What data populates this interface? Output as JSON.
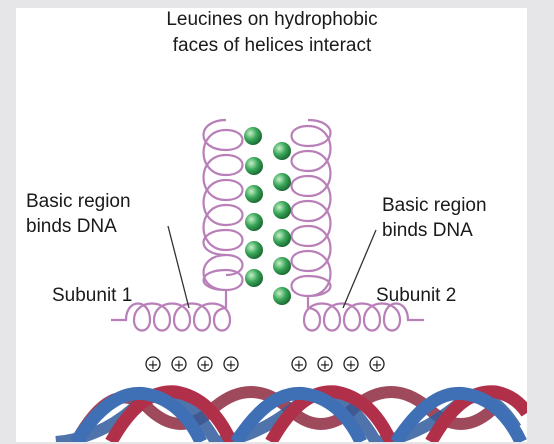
{
  "labels": {
    "top_line1": "Leucines on hydrophobic",
    "top_line2": "faces of helices interact",
    "left_line1": "Basic region",
    "left_line2": "binds DNA",
    "right_line1": "Basic region",
    "right_line2": "binds DNA",
    "subunit1": "Subunit 1",
    "subunit2": "Subunit 2"
  },
  "charge_symbol": "+",
  "colors": {
    "helix": "#b87fb8",
    "leucine": "#3aa85a",
    "dna_red": "#b0304a",
    "dna_blue": "#3f6fb5",
    "leader_line": "#333333"
  }
}
